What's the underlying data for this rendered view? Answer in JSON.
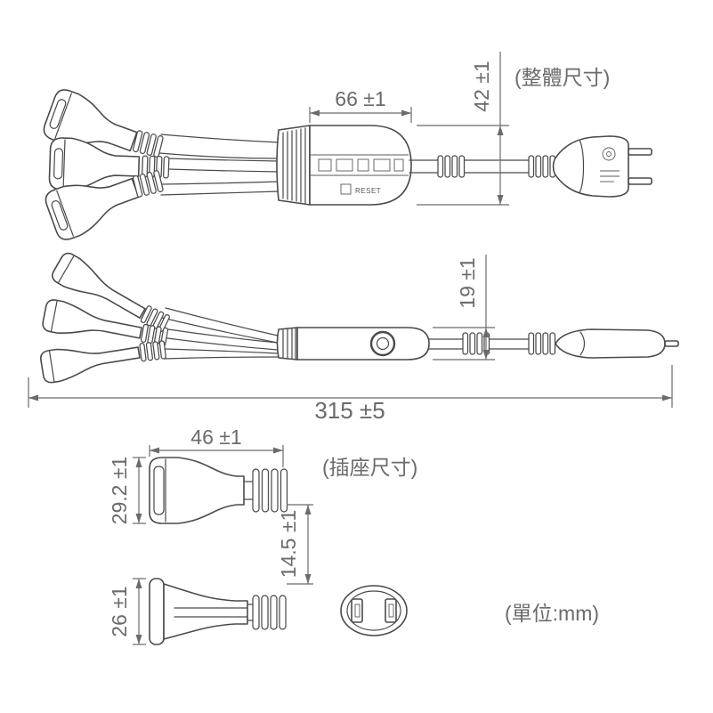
{
  "labels": {
    "overall_size": "(整體尺寸)",
    "socket_size": "(插座尺寸)",
    "unit": "(單位:mm)",
    "reset": "RESET"
  },
  "dimensions": {
    "body_length": "66 ±1",
    "body_width": "42 ±1",
    "body_thickness": "19 ±1",
    "overall_length": "315 ±5",
    "socket_length": "46 ±1",
    "socket_height": "29.2 ±1",
    "socket_spacing": "14.5 ±1",
    "socket_side_height": "26 ±1"
  },
  "colors": {
    "line": "#4a4a4a",
    "dimension": "#6b6b6b",
    "background": "#ffffff"
  }
}
